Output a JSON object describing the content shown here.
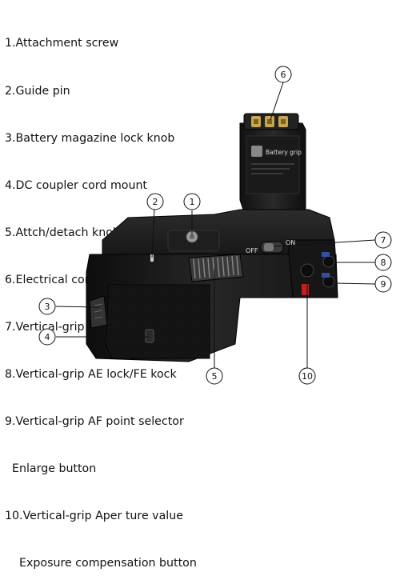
{
  "legend": [
    "1.Attachment screw",
    "2.Guide pin",
    "3.Battery magazine lock knob",
    "4.DC coupler cord mount",
    "5.Attch/detach knob",
    "6.Electrical contacts",
    "7.Vertical-grip ON/OFF switch",
    "8.Vertical-grip AE lock/FE kock",
    "9.Vertical-grip AF point selector",
    "  Enlarge button",
    "10.Vertical-grip Aper ture value",
    "    Exposure compensation button"
  ],
  "callouts": {
    "c1": "1",
    "c2": "2",
    "c3": "3",
    "c4": "4",
    "c5": "5",
    "c6": "6",
    "c7": "7",
    "c8": "8",
    "c9": "9",
    "c10": "10"
  },
  "switch_labels": {
    "off": "OFF",
    "on": "ON"
  },
  "battery_text": "Battery grip",
  "colors": {
    "body": "#1c1c1c",
    "rubber": "#0f0f0f",
    "contact": "#c8a550"
  }
}
